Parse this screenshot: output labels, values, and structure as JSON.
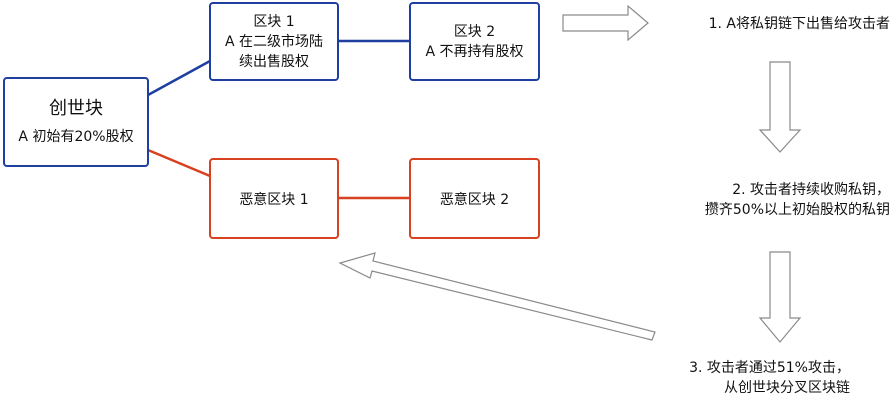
{
  "genesis": {
    "title": "创世块",
    "subtitle": "A 初始有20%股权"
  },
  "block1": {
    "lines": [
      "区块 1",
      "A 在二级市场陆",
      "续出售股权"
    ]
  },
  "block2": {
    "lines": [
      "区块 2",
      "A 不再持有股权"
    ]
  },
  "malicious1": {
    "label": "恶意区块 1"
  },
  "malicious2": {
    "label": "恶意区块 2"
  },
  "steps": [
    {
      "lines": [
        "1. A将私钥链下出售给攻击者"
      ]
    },
    {
      "lines": [
        "2. 攻击者持续收购私钥，",
        "攒齐50%以上初始股权的私钥"
      ]
    },
    {
      "lines": [
        "3. 攻击者通过51%攻击，",
        "从创世块分叉区块链"
      ]
    }
  ],
  "colors": {
    "main_chain": "#1f3fa0",
    "malicious_chain": "#d8411f",
    "arrow_outline": "#8a8a8a"
  }
}
